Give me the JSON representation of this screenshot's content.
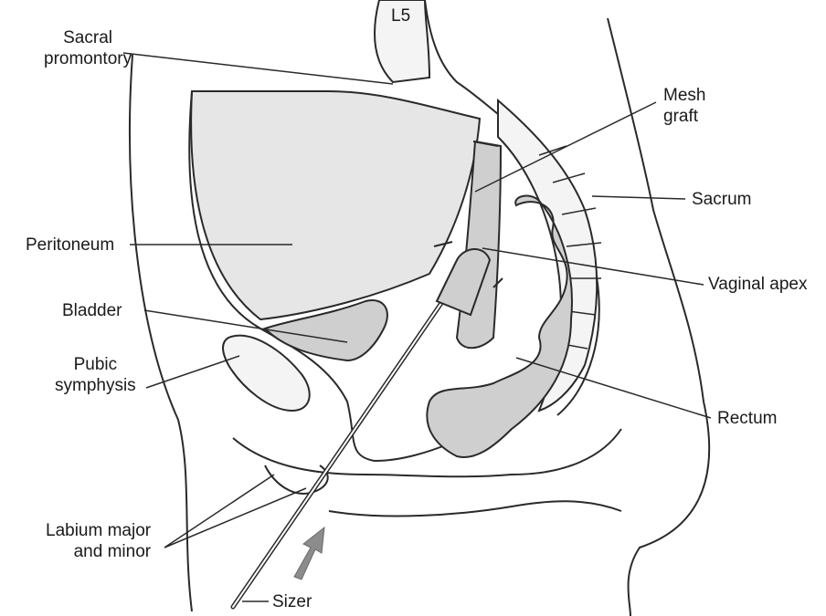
{
  "labels": {
    "l5": "L5",
    "sacral_promontory": "Sacral\npromontory",
    "mesh_graft": "Mesh\ngraft",
    "sacrum": "Sacrum",
    "peritoneum": "Peritoneum",
    "vaginal_apex": "Vaginal apex",
    "bladder": "Bladder",
    "pubic_symphysis": "Pubic\nsymphysis",
    "rectum": "Rectum",
    "labium": "Labium major\nand minor",
    "sizer": "Sizer"
  },
  "colors": {
    "outline": "#2a2a2a",
    "peritoneum_fill": "#e6e6e6",
    "organ_fill": "#cfcfcf",
    "bone_fill": "#f4f4f4",
    "arrow_fill": "#8c8c8c"
  }
}
